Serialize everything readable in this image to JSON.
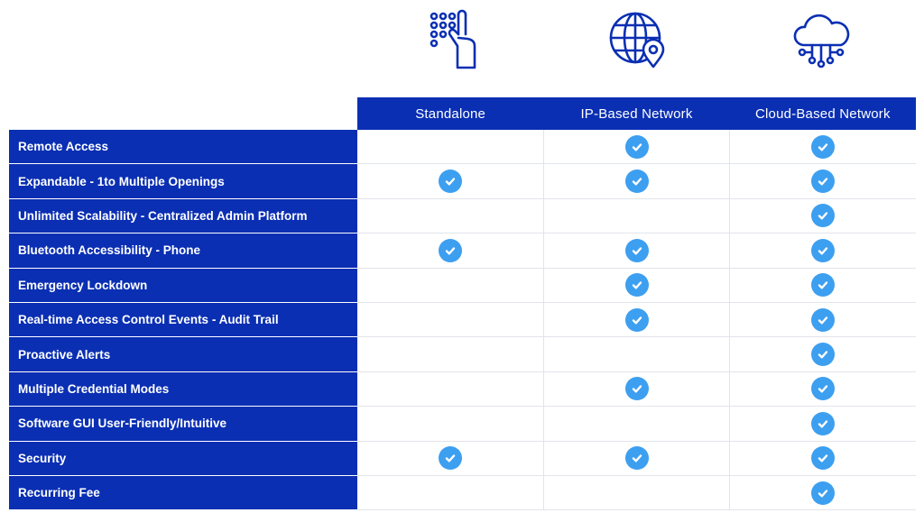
{
  "columns": [
    {
      "key": "standalone",
      "label": "Standalone",
      "icon": "keypad-hand-icon"
    },
    {
      "key": "ip",
      "label": "IP-Based Network",
      "icon": "globe-location-icon"
    },
    {
      "key": "cloud",
      "label": "Cloud-Based Network",
      "icon": "cloud-network-icon"
    }
  ],
  "colors": {
    "header_bg": "#0a2fb3",
    "check_bg": "#3d9ff0",
    "icon_stroke": "#0a2fb3"
  },
  "rows": [
    {
      "label": "Remote Access",
      "standalone": false,
      "ip": true,
      "cloud": true
    },
    {
      "label": "Expandable - 1to Multiple Openings",
      "standalone": true,
      "ip": true,
      "cloud": true
    },
    {
      "label": "Unlimited Scalability - Centralized Admin Platform",
      "standalone": false,
      "ip": false,
      "cloud": true
    },
    {
      "label": "Bluetooth Accessibility - Phone",
      "standalone": true,
      "ip": true,
      "cloud": true
    },
    {
      "label": "Emergency Lockdown",
      "standalone": false,
      "ip": true,
      "cloud": true
    },
    {
      "label": "Real-time Access Control Events - Audit Trail",
      "standalone": false,
      "ip": true,
      "cloud": true
    },
    {
      "label": "Proactive Alerts",
      "standalone": false,
      "ip": false,
      "cloud": true
    },
    {
      "label": "Multiple Credential Modes",
      "standalone": false,
      "ip": true,
      "cloud": true
    },
    {
      "label": "Software GUI User-Friendly/Intuitive",
      "standalone": false,
      "ip": false,
      "cloud": true
    },
    {
      "label": "Security",
      "standalone": true,
      "ip": true,
      "cloud": true
    },
    {
      "label": "Recurring Fee",
      "standalone": false,
      "ip": false,
      "cloud": true
    }
  ]
}
